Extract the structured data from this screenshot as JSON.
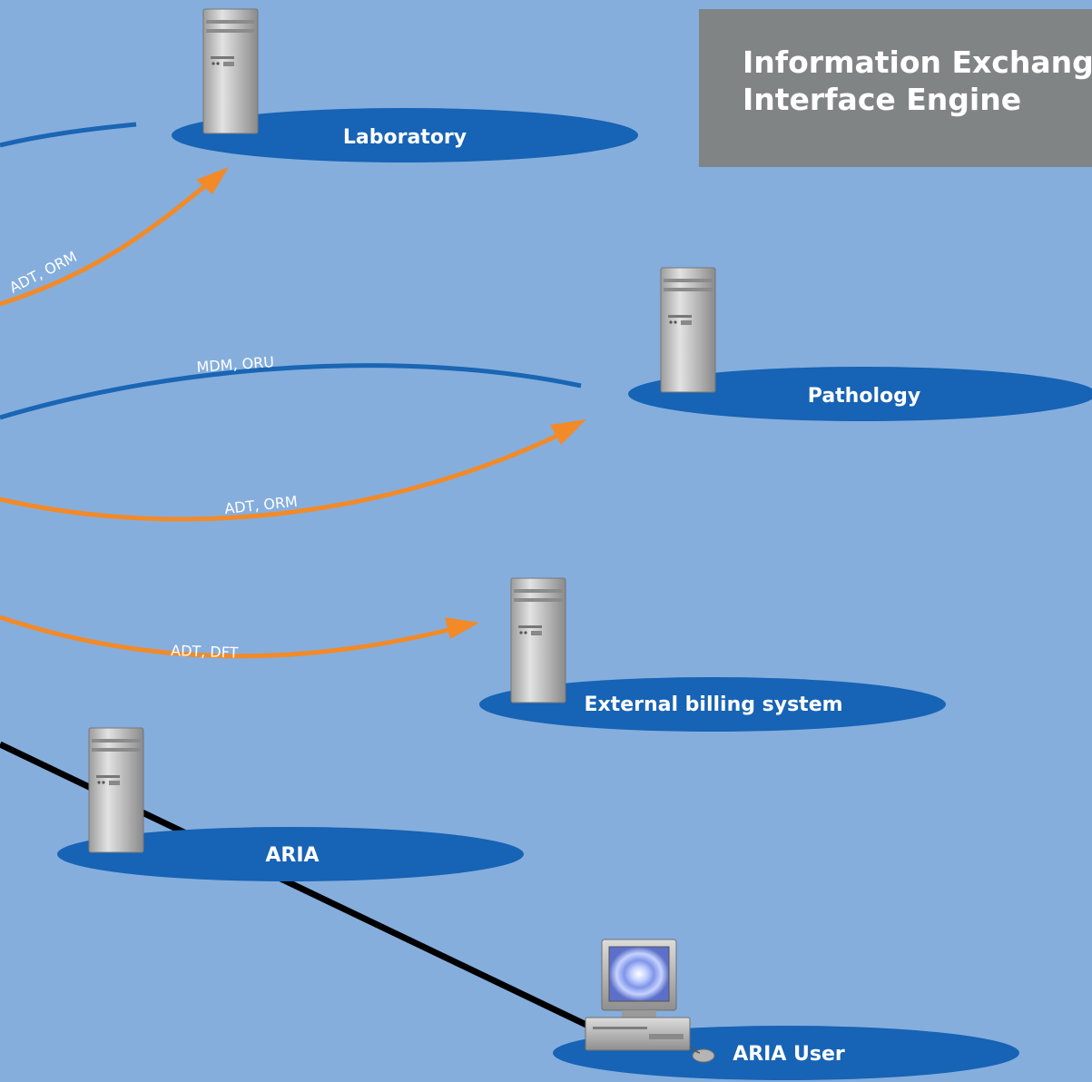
{
  "title": {
    "line1": "Information Exchange",
    "line2": "Interface Engine"
  },
  "colors": {
    "background": "#85aedd",
    "ellipse": "#1763b5",
    "orange_flow": "#f28a28",
    "blue_flow": "#1a65b4",
    "connection": "#000000",
    "title_box": "#818485"
  },
  "nodes": {
    "laboratory": {
      "label": "Laboratory",
      "icon": "server-tower-icon"
    },
    "pathology": {
      "label": "Pathology",
      "icon": "server-tower-icon"
    },
    "billing": {
      "label": "External billing system",
      "icon": "server-tower-icon"
    },
    "aria": {
      "label": "ARIA",
      "icon": "server-tower-icon"
    },
    "aria_user": {
      "label": "ARIA User",
      "icon": "desktop-computer-icon"
    }
  },
  "flows": {
    "lab_orange": "ADT, ORM",
    "path_blue": "MDM, ORU",
    "path_orange": "ADT, ORM",
    "billing_orange": "ADT, DFT"
  }
}
